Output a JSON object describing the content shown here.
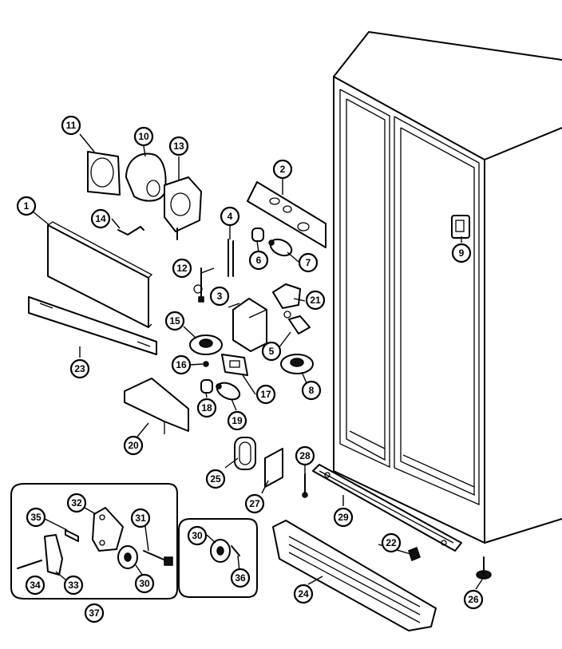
{
  "callouts": [
    {
      "id": "1",
      "label": "1"
    },
    {
      "id": "2",
      "label": "2"
    },
    {
      "id": "3",
      "label": "3"
    },
    {
      "id": "4",
      "label": "4"
    },
    {
      "id": "5",
      "label": "5"
    },
    {
      "id": "6",
      "label": "6"
    },
    {
      "id": "7",
      "label": "7"
    },
    {
      "id": "8",
      "label": "8"
    },
    {
      "id": "9",
      "label": "9"
    },
    {
      "id": "10",
      "label": "10"
    },
    {
      "id": "11",
      "label": "11"
    },
    {
      "id": "12",
      "label": "12"
    },
    {
      "id": "13",
      "label": "13"
    },
    {
      "id": "14",
      "label": "14"
    },
    {
      "id": "15",
      "label": "15"
    },
    {
      "id": "16",
      "label": "16"
    },
    {
      "id": "17",
      "label": "17"
    },
    {
      "id": "18",
      "label": "18"
    },
    {
      "id": "19",
      "label": "19"
    },
    {
      "id": "20",
      "label": "20"
    },
    {
      "id": "21",
      "label": "21"
    },
    {
      "id": "22",
      "label": "22"
    },
    {
      "id": "23",
      "label": "23"
    },
    {
      "id": "24",
      "label": "24"
    },
    {
      "id": "25",
      "label": "25"
    },
    {
      "id": "26",
      "label": "26"
    },
    {
      "id": "27",
      "label": "27"
    },
    {
      "id": "28",
      "label": "28"
    },
    {
      "id": "29",
      "label": "29"
    },
    {
      "id": "30",
      "label": "30"
    },
    {
      "id": "30b",
      "label": "30"
    },
    {
      "id": "31",
      "label": "31"
    },
    {
      "id": "32",
      "label": "32"
    },
    {
      "id": "33",
      "label": "33"
    },
    {
      "id": "34",
      "label": "34"
    },
    {
      "id": "35",
      "label": "35"
    },
    {
      "id": "36",
      "label": "36"
    },
    {
      "id": "37",
      "label": "37"
    }
  ]
}
